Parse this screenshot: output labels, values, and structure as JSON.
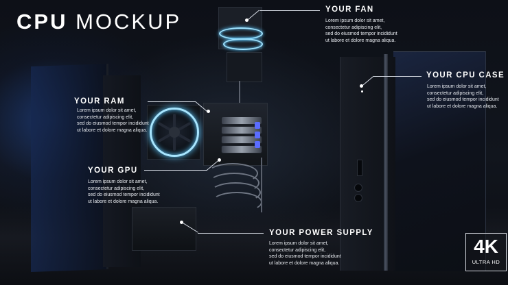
{
  "title": {
    "bold": "CPU",
    "light": "MOCKUP"
  },
  "callouts": [
    {
      "id": "fan",
      "title": "YOUR FAN",
      "body": [
        "Lorem ipsum dolor sit amet,",
        "consectetur adipiscing elit,",
        "sed do eiusmod tempor incididunt",
        "ut labore et dolore magna aliqua."
      ]
    },
    {
      "id": "cpu-case",
      "title": "YOUR CPU CASE",
      "body": [
        "Lorem ipsum dolor sit amet,",
        "consectetur adipiscing elit,",
        "sed do eiusmod tempor incididunt",
        "ut labore et dolore magna aliqua."
      ]
    },
    {
      "id": "ram",
      "title": "YOUR RAM",
      "body": [
        "Lorem ipsum dolor sit amet,",
        "consectetur adipiscing elit,",
        "sed do eiusmod tempor incididunt",
        "ut labore et dolore magna aliqua."
      ]
    },
    {
      "id": "gpu",
      "title": "YOUR GPU",
      "body": [
        "Lorem ipsum dolor sit amet,",
        "consectetur adipiscing elit,",
        "sed do eiusmod tempor incididunt",
        "ut labore et dolore magna aliqua."
      ]
    },
    {
      "id": "power-supply",
      "title": "YOUR POWER SUPPLY",
      "body": [
        "Lorem ipsum dolor sit amet,",
        "consectetur adipiscing elit,",
        "sed do eiusmod tempor incididunt",
        "ut labore et dolore magna aliqua."
      ]
    }
  ],
  "badge": {
    "main": "4K",
    "sub": "ULTRA HD"
  },
  "colors": {
    "background": "#0b0d12",
    "text": "#ffffff",
    "fan_glow": "#9fe3ff",
    "ram_accent": "#5a6cff",
    "case_glow": "#283c6e"
  }
}
